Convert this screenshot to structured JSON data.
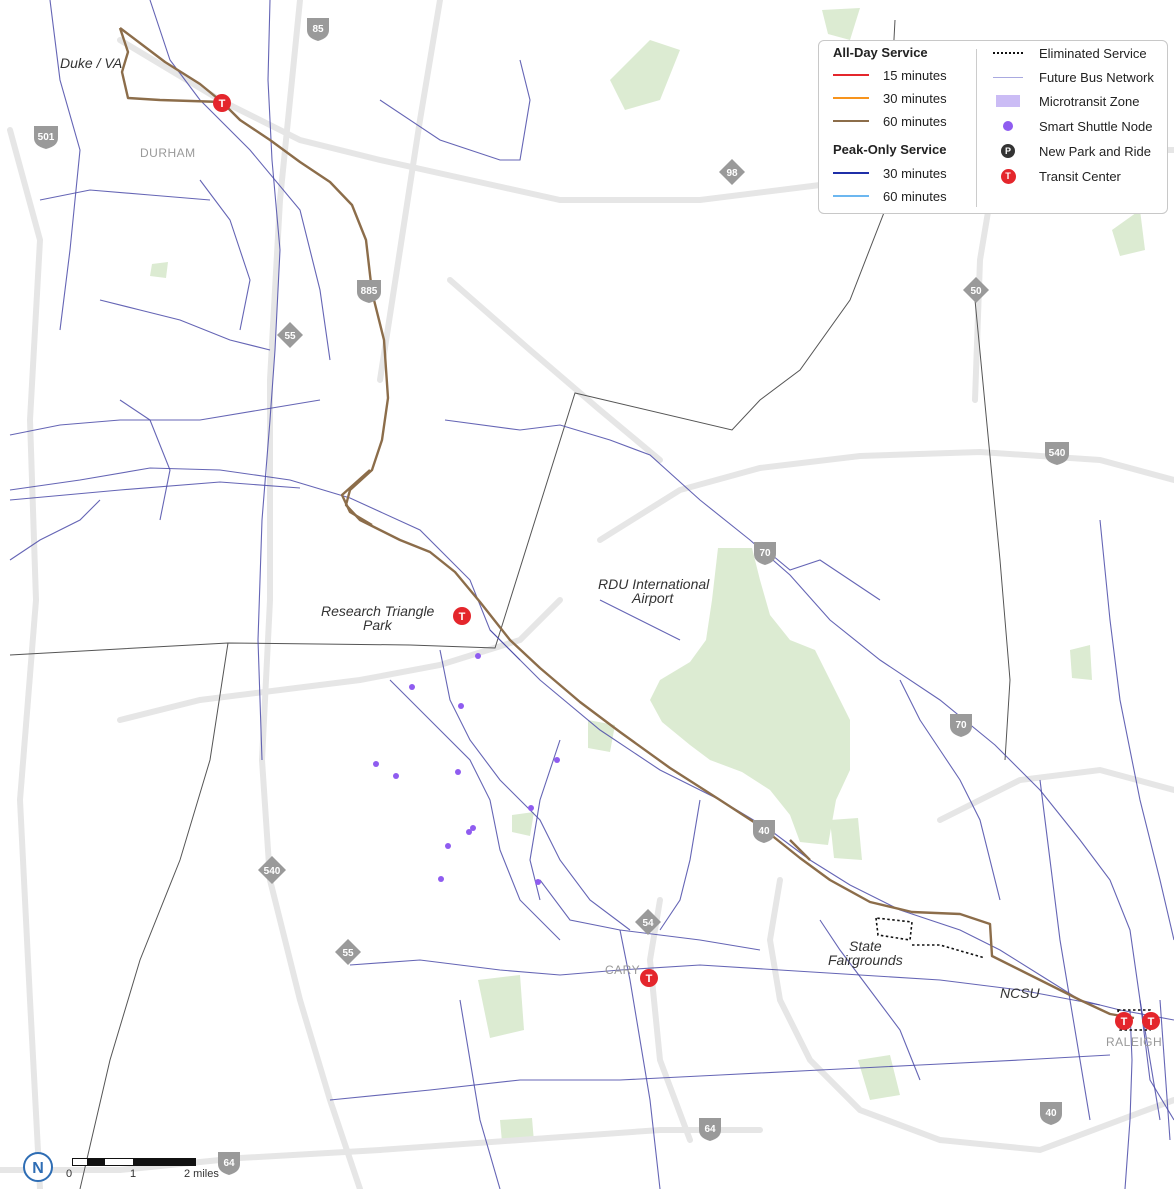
{
  "legend": {
    "all_day_heading": "All-Day Service",
    "all_day": [
      {
        "label": "15 minutes",
        "color": "#e4262c"
      },
      {
        "label": "30 minutes",
        "color": "#f7941d"
      },
      {
        "label": "60 minutes",
        "color": "#8c6d4a"
      }
    ],
    "peak_heading": "Peak-Only Service",
    "peak": [
      {
        "label": "30 minutes",
        "color": "#1f2fa8"
      },
      {
        "label": "60 minutes",
        "color": "#6cb7f0"
      }
    ],
    "symbols": [
      {
        "label": "Eliminated Service",
        "icon": "dotted-line-icon"
      },
      {
        "label": "Future Bus Network",
        "icon": "thin-line-icon",
        "color": "#a9a9e0"
      },
      {
        "label": "Microtransit Zone",
        "icon": "zone-swatch-icon",
        "color": "#cbbcf5"
      },
      {
        "label": "Smart Shuttle Node",
        "icon": "purple-dot-icon",
        "color": "#8f5cf0"
      },
      {
        "label": "New Park and Ride",
        "icon": "park-ride-icon",
        "glyph": "P"
      },
      {
        "label": "Transit Center",
        "icon": "transit-center-icon",
        "glyph": "T"
      }
    ]
  },
  "places": {
    "duke": "Duke / VA",
    "durham": "DURHAM",
    "rtp_line1": "Research Triangle",
    "rtp_line2": "Park",
    "rdu_line1": "RDU International",
    "rdu_line2": "Airport",
    "fair_line1": "State",
    "fair_line2": "Fairgrounds",
    "ncsu": "NCSU",
    "cary": "CARY",
    "raleigh": "RALEIGH"
  },
  "shields": {
    "i85": "85",
    "us501": "501",
    "nc98": "98",
    "i885": "885",
    "nc55_north": "55",
    "nc50": "50",
    "i540_east": "540",
    "i70_north": "70",
    "i70_south": "70",
    "i40_middle": "40",
    "nc540_west": "540",
    "nc55_south": "55",
    "nc54": "54",
    "us64_middle": "64",
    "us64_south": "64",
    "i40_east": "40"
  },
  "transit_glyph": "T",
  "north_glyph": "N",
  "scalebar": {
    "tick0": "0",
    "tick1": "1",
    "tick2": "2 miles"
  },
  "colors": {
    "route_60": "#8c6d4a",
    "bus_network": "#4a4aa8",
    "transit_center": "#e4262c",
    "smart_shuttle": "#8f5cf0",
    "park_green": "#dcebd2",
    "highway": "#e6e6e6"
  }
}
